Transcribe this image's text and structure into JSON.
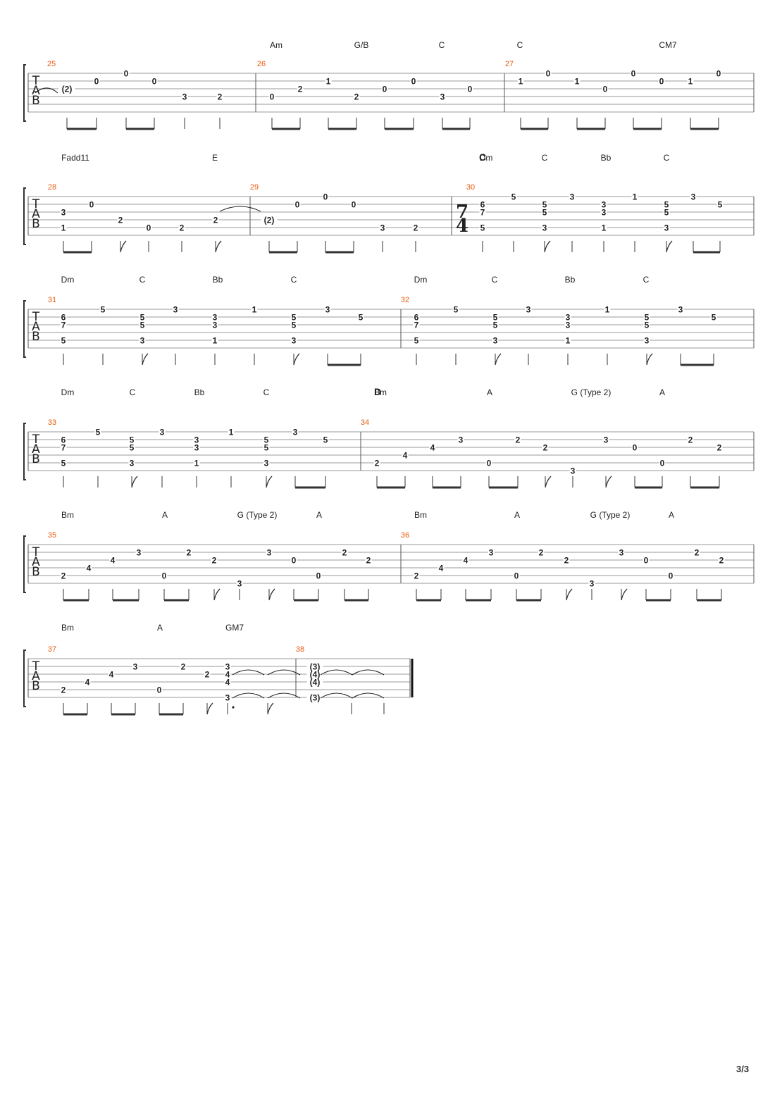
{
  "footer": {
    "page_label": "3/3"
  },
  "colors": {
    "measure_number": "#e8590c",
    "ink": "#222222",
    "staff_line": "#9a9a9a"
  },
  "systems": [
    {
      "chords": [
        "Am",
        "G/B",
        "C",
        "C",
        "CM7"
      ],
      "measures": [
        {
          "number": "25",
          "notes": [
            "(2)",
            "0",
            "0",
            "0",
            "3",
            "2"
          ]
        },
        {
          "number": "26",
          "notes": [
            "0",
            "2",
            "1",
            "2",
            "0",
            "0",
            "3",
            "0"
          ]
        },
        {
          "number": "27",
          "notes": [
            "1",
            "0",
            "1",
            "0",
            "0",
            "0",
            "1",
            "0"
          ]
        }
      ]
    },
    {
      "section": "C",
      "time_signature": [
        "7",
        "4"
      ],
      "chords": [
        "Fadd11",
        "E",
        "Dm",
        "C",
        "Bb",
        "C"
      ],
      "measures": [
        {
          "number": "28",
          "notes": [
            "3",
            "1",
            "0",
            "2",
            "0",
            "2",
            "2"
          ]
        },
        {
          "number": "29",
          "notes": [
            "(2)",
            "0",
            "0",
            "0",
            "3",
            "2"
          ]
        },
        {
          "number": "30",
          "notes": [
            "6",
            "7",
            "5",
            "5",
            "5",
            "5",
            "3",
            "3",
            "3",
            "3",
            "1",
            "1",
            "5",
            "5",
            "3",
            "3",
            "5"
          ]
        }
      ]
    },
    {
      "chords": [
        "Dm",
        "C",
        "Bb",
        "C",
        "Dm",
        "C",
        "Bb",
        "C"
      ],
      "measures": [
        {
          "number": "31",
          "notes": [
            "6",
            "7",
            "5",
            "5",
            "5",
            "5",
            "3",
            "3",
            "3",
            "3",
            "1",
            "1",
            "5",
            "5",
            "3",
            "3",
            "5"
          ]
        },
        {
          "number": "32",
          "notes": [
            "6",
            "7",
            "5",
            "5",
            "5",
            "5",
            "3",
            "3",
            "3",
            "3",
            "1",
            "1",
            "5",
            "5",
            "3",
            "3",
            "5"
          ]
        }
      ]
    },
    {
      "section": "D",
      "chords": [
        "Dm",
        "C",
        "Bb",
        "C",
        "Bm",
        "A",
        "G (Type 2)",
        "A"
      ],
      "measures": [
        {
          "number": "33",
          "notes": [
            "6",
            "7",
            "5",
            "5",
            "5",
            "5",
            "3",
            "3",
            "3",
            "3",
            "1",
            "1",
            "5",
            "5",
            "3",
            "3",
            "5"
          ]
        },
        {
          "number": "34",
          "notes": [
            "2",
            "4",
            "4",
            "3",
            "0",
            "2",
            "2",
            "3",
            "3",
            "0",
            "0",
            "2",
            "2"
          ]
        }
      ]
    },
    {
      "chords": [
        "Bm",
        "A",
        "G (Type 2)",
        "A",
        "Bm",
        "A",
        "G (Type 2)",
        "A"
      ],
      "measures": [
        {
          "number": "35",
          "notes": [
            "2",
            "4",
            "4",
            "3",
            "0",
            "2",
            "2",
            "3",
            "3",
            "0",
            "0",
            "2",
            "2"
          ]
        },
        {
          "number": "36",
          "notes": [
            "2",
            "4",
            "4",
            "3",
            "0",
            "2",
            "2",
            "3",
            "3",
            "0",
            "0",
            "2",
            "2"
          ]
        }
      ]
    },
    {
      "chords": [
        "Bm",
        "A",
        "GM7"
      ],
      "measures": [
        {
          "number": "37",
          "notes": [
            "2",
            "4",
            "4",
            "3",
            "0",
            "2",
            "2",
            "3",
            "4",
            "4",
            "3"
          ]
        },
        {
          "number": "38",
          "notes": [
            "(3)",
            "(4)",
            "(4)",
            "(3)"
          ]
        }
      ]
    }
  ]
}
